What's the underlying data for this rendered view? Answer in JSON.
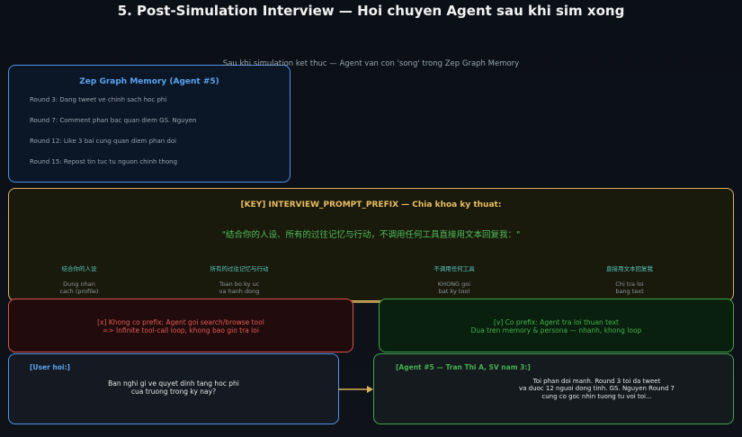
{
  "title": "5. Post-Simulation Interview — Hoi chuyen Agent sau khi sim xong",
  "subtitle": "Sau khi simulation ket thuc — Agent van con 'song' trong Zep Graph Memory",
  "memory": {
    "header": "Zep Graph Memory (Agent #5)",
    "rounds": [
      "Round  3: Dang tweet ve chinh sach hoc phi",
      "Round  7: Comment phan bac quan diem GS. Nguyen",
      "Round 12: Like 3 bai cung quan diem phan doi",
      "Round 15: Repost tin tuc tu nguon chinh thong"
    ]
  },
  "key": {
    "header": "[KEY] INTERVIEW_PROMPT_PREFIX — Chia khoa ky thuat:",
    "quote": "\"结合你的人设、所有的过往记忆与行动，不调用任何工具直接用文本回复我：\"",
    "terms": [
      {
        "zh": "结合你的人设",
        "vi1": "Dung nhan",
        "vi2": "cach (profile)"
      },
      {
        "zh": "所有的过往记忆与行动",
        "vi1": "Toan bo ky uc",
        "vi2": "va hanh dong"
      },
      {
        "zh": "不调用任何工具",
        "vi1": "KHONG goi",
        "vi2": "bat ky tool"
      },
      {
        "zh": "直接用文本回复我",
        "vi1": "Chi tra loi",
        "vi2": "bang text"
      }
    ]
  },
  "bad": {
    "line1": "[x] Khong co prefix: Agent goi search/browse tool",
    "line2": "=> Infinite tool-call loop, khong bao gio tra loi"
  },
  "good": {
    "line1": "[v] Co prefix: Agent tra loi thuan text",
    "line2": "Dua tren memory & persona — nhanh, khong loop"
  },
  "user": {
    "header": "[User hoi:]",
    "line1": "Ban nghi gi ve quyet dinh tang hoc phi",
    "line2": "cua truong trong ky nay?"
  },
  "agent": {
    "header": "[Agent #5 — Tran Thi A, SV nam 3:]",
    "line1": "Toi phan doi manh. Round 3 toi da tweet",
    "line2": "va duoc 12 nguoi dong tinh. GS. Nguyen Round 7",
    "line3": "cung co goc nhin tuong tu voi toi..."
  },
  "colors": {
    "blue": "#4e93e6",
    "gold": "#d9b25e",
    "red": "#d9534f",
    "green": "#3fa54a"
  }
}
